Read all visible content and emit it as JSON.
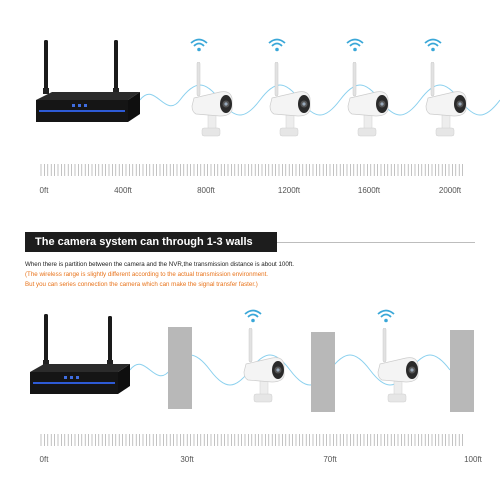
{
  "top_section": {
    "distance_labels": [
      "0ft",
      "400ft",
      "800ft",
      "1200ft",
      "1600ft",
      "2000ft"
    ]
  },
  "banner": {
    "title": "The camera system can through 1-3 walls"
  },
  "notes": {
    "line1": "When there is partition between the camera and the NVR,the transmission distance is about 100ft.",
    "line2": "(The wireless range is slightly different according to the actual transmission environment.",
    "line3": "But you can series connection the camera which can make the signal transfer faster.)"
  },
  "bottom_section": {
    "distance_labels": [
      "0ft",
      "30ft",
      "70ft",
      "100ft"
    ]
  },
  "colors": {
    "wifi_blue": "#3aa7d8",
    "note_orange": "#e8731a",
    "banner_bg": "#1d1d1d",
    "nvr_body": "#1a1a1a",
    "nvr_blue_strip": "#2e5bd6",
    "wall_gray": "#b8b8b8"
  },
  "icons": {
    "wifi": "wifi-icon",
    "camera": "bullet-camera-icon",
    "nvr": "nvr-recorder-icon",
    "wall": "wall-icon"
  }
}
